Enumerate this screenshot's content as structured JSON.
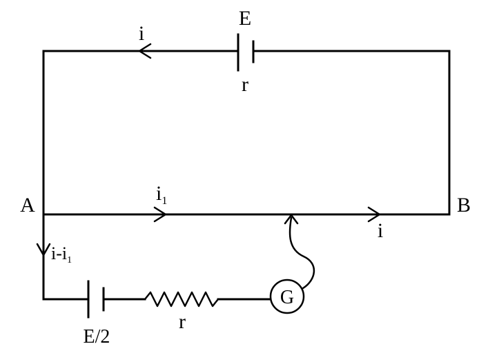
{
  "labels": {
    "top_battery_emf": "E",
    "top_battery_resistance": "r",
    "top_current": "i",
    "node_a": "A",
    "node_b": "B",
    "wire_current_main": "i",
    "wire_current_sub": "1",
    "wire_current_right": "i",
    "branch_current_main": "i-i",
    "branch_current_sub": "1",
    "bottom_battery_emf": "E/2",
    "resistor_label": "r",
    "galvanometer": "G"
  }
}
